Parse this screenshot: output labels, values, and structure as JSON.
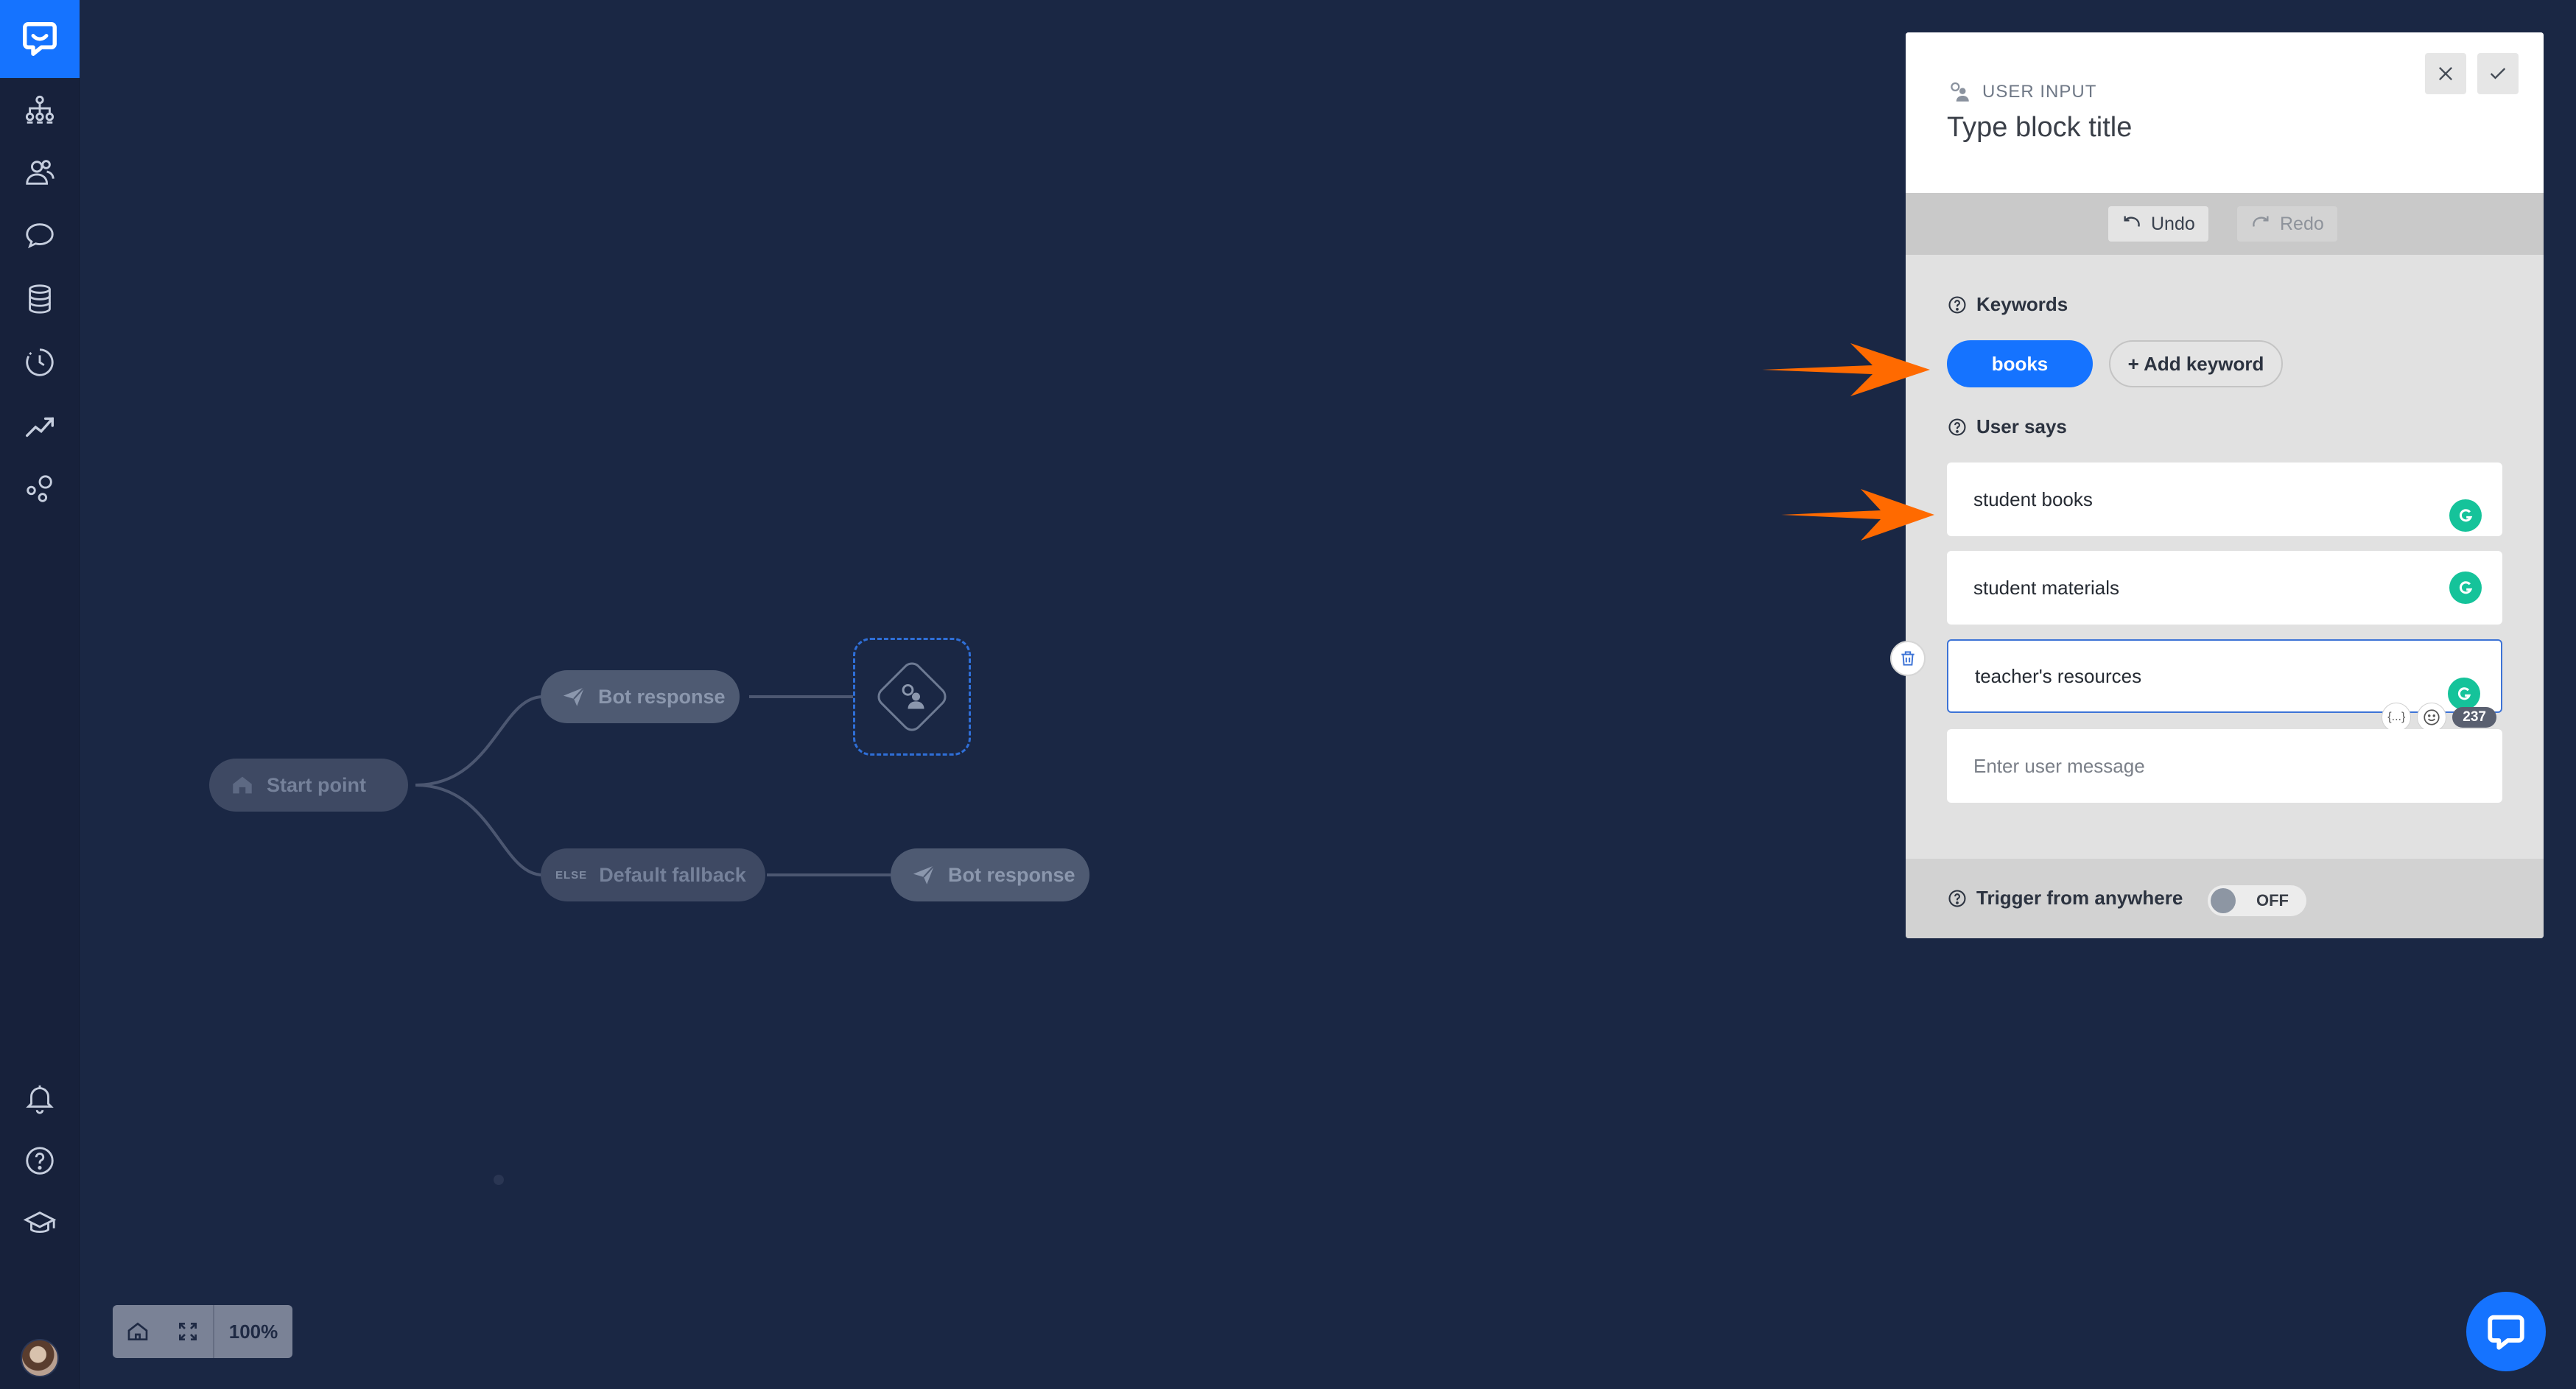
{
  "colors": {
    "canvas_bg": "#1a2744",
    "sidebar_bg": "#17213b",
    "accent": "#1573ff",
    "annotation_arrow": "#ff6a00",
    "grammarly_green": "#15c39a"
  },
  "sidebar": {
    "items": [
      {
        "icon": "chat-logo-icon"
      },
      {
        "icon": "stories-sitemap-icon"
      },
      {
        "icon": "users-icon"
      },
      {
        "icon": "chats-bubble-icon"
      },
      {
        "icon": "database-icon"
      },
      {
        "icon": "history-clock-icon"
      },
      {
        "icon": "analytics-trend-icon"
      },
      {
        "icon": "integrations-icon"
      },
      {
        "icon": "bell-icon"
      },
      {
        "icon": "help-icon"
      },
      {
        "icon": "academy-cap-icon"
      }
    ]
  },
  "canvas": {
    "nodes": {
      "start": "Start point",
      "bot_response_1": "Bot response",
      "fallback_tag": "ELSE",
      "fallback": "Default fallback",
      "bot_response_2": "Bot response"
    },
    "zoom_level": "100%"
  },
  "panel": {
    "block_type": "USER INPUT",
    "title_placeholder": "Type block title",
    "undo": "Undo",
    "redo": "Redo",
    "keywords_label": "Keywords",
    "keywords": [
      "books"
    ],
    "add_keyword": "+ Add keyword",
    "user_says_label": "User says",
    "user_says": [
      "student books",
      "student materials",
      "teacher's resources"
    ],
    "new_message_placeholder": "Enter user message",
    "variable_tool": "{...}",
    "char_count": "237",
    "trigger_label": "Trigger from anywhere",
    "trigger_state": "OFF"
  }
}
